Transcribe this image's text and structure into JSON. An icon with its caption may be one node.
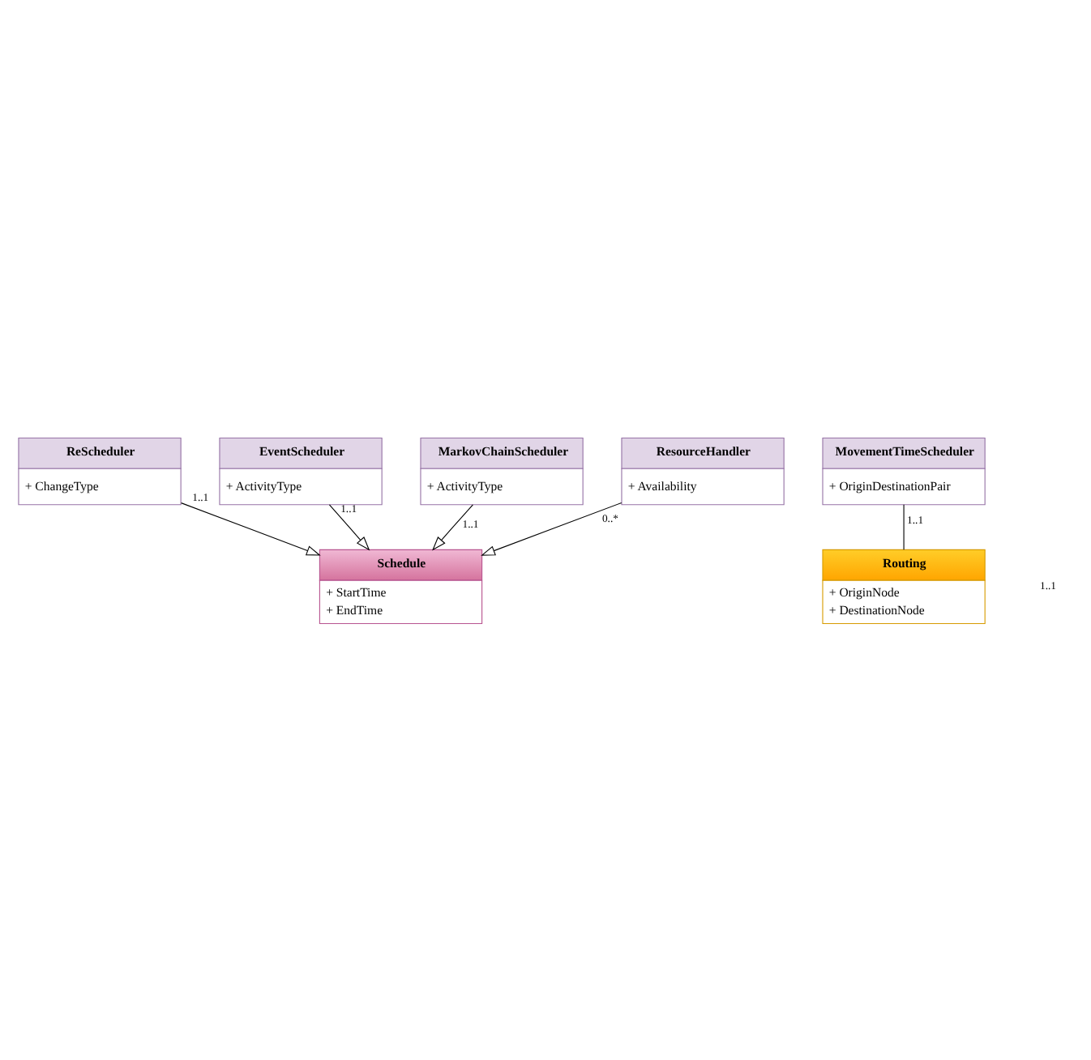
{
  "diagram": {
    "nodes": [
      {
        "text": [
          "ReScheduler",
          "+ ChangeType"
        ]
      },
      {
        "text": [
          "EventScheduler",
          "+ ActivityType"
        ]
      },
      {
        "text": [
          "Schedule",
          "+ StartTime",
          "+ EndTime"
        ]
      },
      {
        "text": [
          "MarkovChainScheduler",
          "+ ActivityType"
        ]
      },
      {
        "text": [
          "MovementTimeScheduler",
          "+ OriginDestinationPair"
        ]
      },
      {
        "text": [
          "ResourceHandler",
          "+ Availability"
        ]
      },
      {
        "text": [
          "Routing",
          "+ OriginNode",
          "+ DestinationNode"
        ]
      }
    ],
    "edges": [
      {
        "from": 0,
        "to": 2,
        "arrow": "to",
        "label": "1..1"
      },
      {
        "from": 1,
        "to": 2,
        "arrow": "to",
        "label": "1..1"
      },
      {
        "from": 3,
        "to": 2,
        "arrow": "to",
        "label": "1..1"
      },
      {
        "from": 5,
        "to": 2,
        "arrow": "to",
        "label": "0..*"
      },
      {
        "from": 4,
        "to": 6,
        "arrow": "none",
        "label": "1..1"
      }
    ],
    "labels": [
      "1..1"
    ]
  }
}
